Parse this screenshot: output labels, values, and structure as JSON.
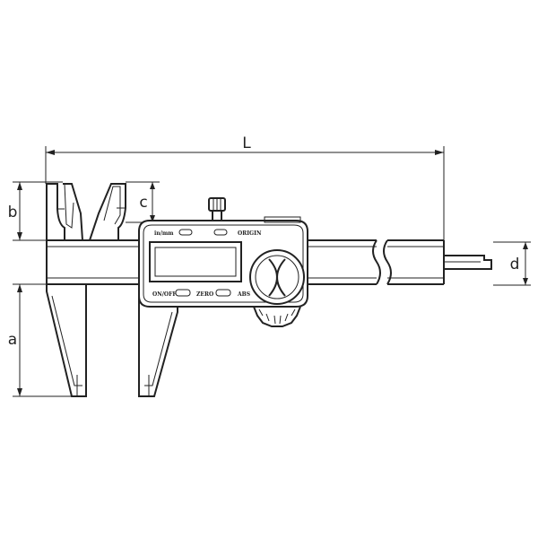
{
  "dimensions": {
    "L": "L",
    "b": "b",
    "c": "c",
    "a": "a",
    "d": "d"
  },
  "buttons": {
    "unit": "in/mm",
    "origin": "ORIGIN",
    "onoff": "ON/OFF",
    "zero": "ZERO",
    "abs": "ABS"
  }
}
